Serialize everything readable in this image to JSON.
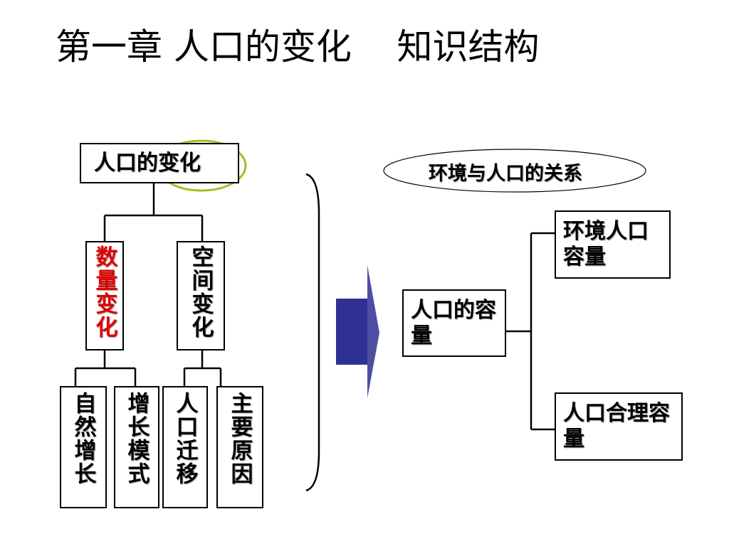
{
  "title": "第一章 人口的变化    知识结构",
  "left_tree": {
    "root": "人口的变化",
    "branches": [
      {
        "label": "数量变化",
        "color": "#e00000",
        "children": [
          "自然增长",
          "增长模式"
        ]
      },
      {
        "label": "空间变化",
        "color": "#000000",
        "children": [
          "人口迁移",
          "主要原因"
        ]
      }
    ]
  },
  "right_tree": {
    "header": "环境与人口的关系",
    "root": "人口的容量",
    "children": [
      "环境人口容量",
      "人口合理容量"
    ]
  },
  "colors": {
    "highlight": "#e00000",
    "ellipse_accent": "#9bc21c",
    "arrow": "#2e3192"
  }
}
